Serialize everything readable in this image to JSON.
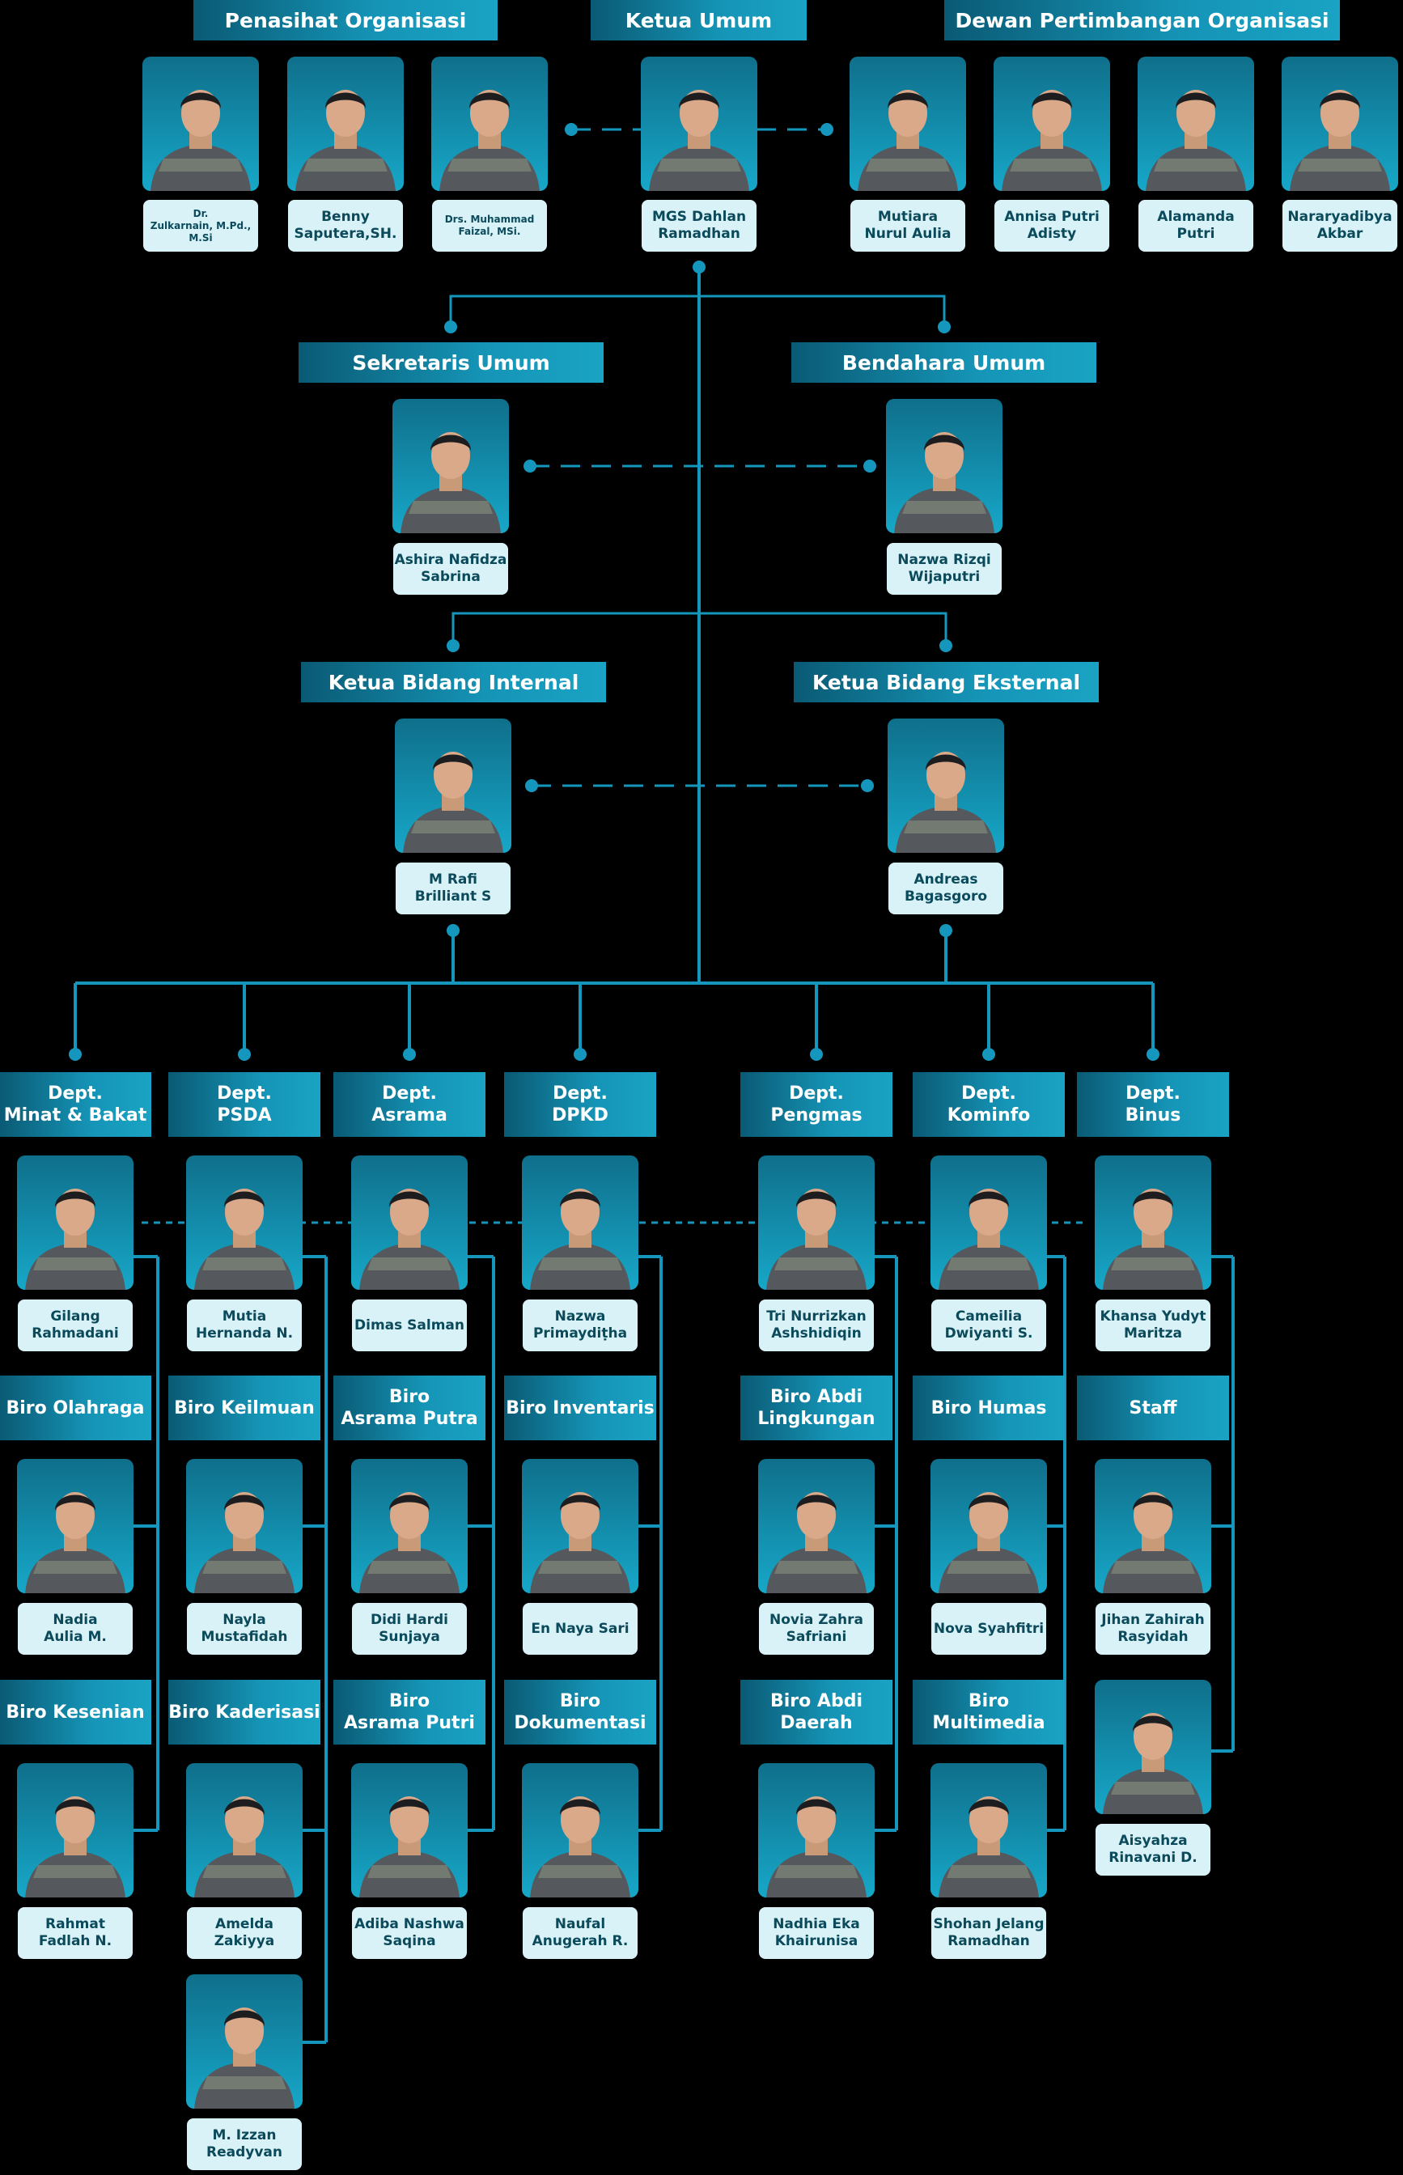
{
  "headers": {
    "penasihat": "Penasihat Organisasi",
    "ketua_umum": "Ketua Umum",
    "dewan": "Dewan Pertimbangan Organisasi",
    "sekretaris": "Sekretaris Umum",
    "bendahara": "Bendahara Umum",
    "bidang_internal": "Ketua Bidang Internal",
    "bidang_eksternal": "Ketua Bidang Eksternal"
  },
  "people": {
    "penasihat_1": "Dr.\nZulkarnain, M.Pd.,\nM.Si",
    "penasihat_2": "Benny\nSaputera,SH.",
    "penasihat_3": "Drs. Muhammad\nFaizal, MSi.",
    "ketua_umum": "MGS Dahlan\nRamadhan",
    "dewan_1": "Mutiara\nNurul Aulia",
    "dewan_2": "Annisa Putri\nAdisty",
    "dewan_3": "Alamanda\nPutri",
    "dewan_4": "Nararyadibya\nAkbar",
    "sekretaris": "Ashira Nafidza\nSabrina",
    "bendahara": "Nazwa Rizqi\nWijaputri",
    "bidang_internal": "M Rafi\nBrilliant S",
    "bidang_eksternal": "Andreas\nBagasgoro"
  },
  "departments": [
    {
      "label": "Dept.\nMinat & Bakat",
      "head": "Gilang\nRahmadani",
      "units": [
        {
          "label": "Biro Olahraga",
          "member": "Nadia\nAulia M."
        },
        {
          "label": "Biro Kesenian",
          "member": "Rahmat\nFadlah N."
        }
      ]
    },
    {
      "label": "Dept.\nPSDA",
      "head": "Mutia\nHernanda N.",
      "units": [
        {
          "label": "Biro Keilmuan",
          "member": "Nayla\nMustafidah"
        },
        {
          "label": "Biro Kaderisasi",
          "member": "Amelda\nZakiyya"
        }
      ],
      "extra_member": "M. Izzan\nReadyvan"
    },
    {
      "label": "Dept.\nAsrama",
      "head": "Dimas Salman",
      "units": [
        {
          "label": "Biro\nAsrama Putra",
          "member": "Didi Hardi\nSunjaya"
        },
        {
          "label": "Biro\nAsrama Putri",
          "member": "Adiba Nashwa\nSaqina"
        }
      ]
    },
    {
      "label": "Dept.\nDPKD",
      "head": "Nazwa\nPrimaydiṭha",
      "units": [
        {
          "label": "Biro Inventaris",
          "member": "En Naya Sari"
        },
        {
          "label": "Biro\nDokumentasi",
          "member": "Naufal\nAnugerah R."
        }
      ]
    },
    {
      "label": "Dept.\nPengmas",
      "head": "Tri Nurrizkan\nAshshidiqin",
      "units": [
        {
          "label": "Biro Abdi\nLingkungan",
          "member": "Novia Zahra\nSafriani"
        },
        {
          "label": "Biro Abdi\nDaerah",
          "member": "Nadhia Eka\nKhairunisa"
        }
      ]
    },
    {
      "label": "Dept.\nKominfo",
      "head": "Cameilia\nDwiyanti S.",
      "units": [
        {
          "label": "Biro Humas",
          "member": "Nova Syahfitri"
        },
        {
          "label": "Biro\nMultimedia",
          "member": "Shohan Jelang\nRamadhan"
        }
      ]
    },
    {
      "label": "Dept.\nBinus",
      "head": "Khansa Yudyt\nMaritza",
      "units": [
        {
          "label": "Staff",
          "member": "Jihan Zahirah\nRasyidah"
        }
      ],
      "extra_member": "Aisyahza\nRinavani D."
    }
  ],
  "colors": {
    "line": "#1597bd",
    "header_dark": "#0a5a74",
    "header_light": "#1aa3c4",
    "name_bg": "#d8f2f8",
    "name_text": "#0b4a5b",
    "background": "#000000"
  }
}
